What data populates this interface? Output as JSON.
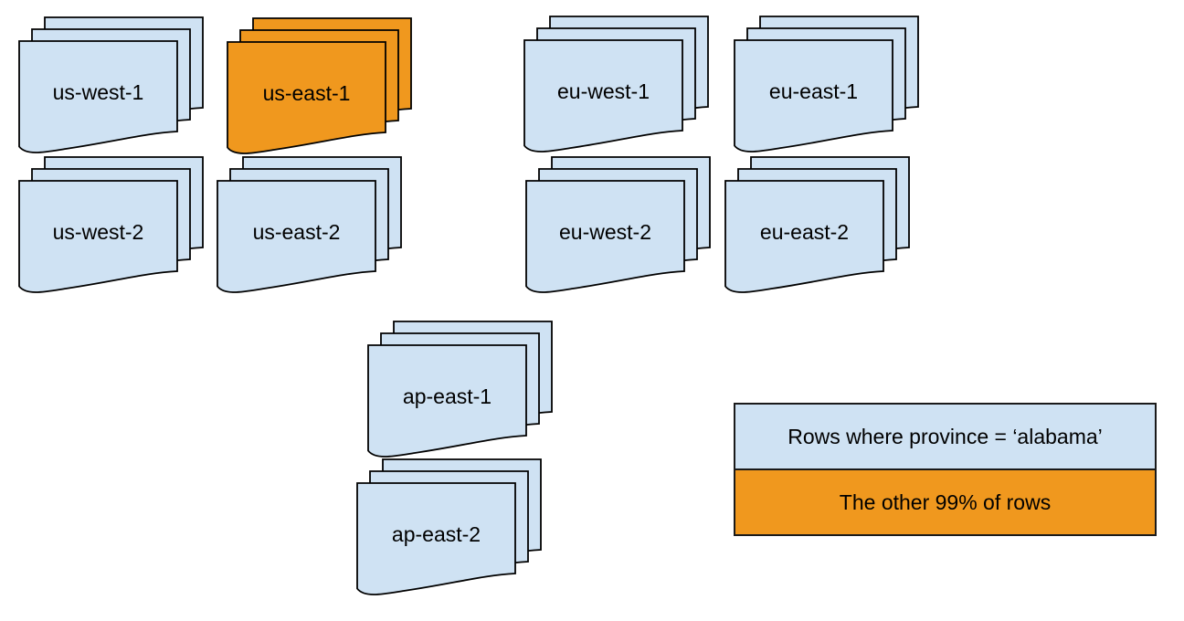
{
  "stacks": [
    {
      "label": "us-west-1",
      "color_hex": "#CFE2F3",
      "page_count": 3
    },
    {
      "label": "us-east-1",
      "color_hex": "#F0981E",
      "page_count": 3
    },
    {
      "label": "eu-west-1",
      "color_hex": "#CFE2F3",
      "page_count": 3
    },
    {
      "label": "eu-east-1",
      "color_hex": "#CFE2F3",
      "page_count": 3
    },
    {
      "label": "us-west-2",
      "color_hex": "#CFE2F3",
      "page_count": 3
    },
    {
      "label": "us-east-2",
      "color_hex": "#CFE2F3",
      "page_count": 3
    },
    {
      "label": "eu-west-2",
      "color_hex": "#CFE2F3",
      "page_count": 3
    },
    {
      "label": "eu-east-2",
      "color_hex": "#CFE2F3",
      "page_count": 3
    },
    {
      "label": "ap-east-1",
      "color_hex": "#CFE2F3",
      "page_count": 3
    },
    {
      "label": "ap-east-2",
      "color_hex": "#CFE2F3",
      "page_count": 3
    }
  ],
  "legend": {
    "items": [
      {
        "label": "Rows where province = ‘alabama’",
        "color_hex": "#CFE2F3"
      },
      {
        "label": "The other 99% of rows",
        "color_hex": "#F0981E"
      }
    ]
  },
  "colors": {
    "doc_blue": "#CFE2F3",
    "doc_orange": "#F0981E",
    "outline": "#000000",
    "background": "#FFFFFF"
  }
}
